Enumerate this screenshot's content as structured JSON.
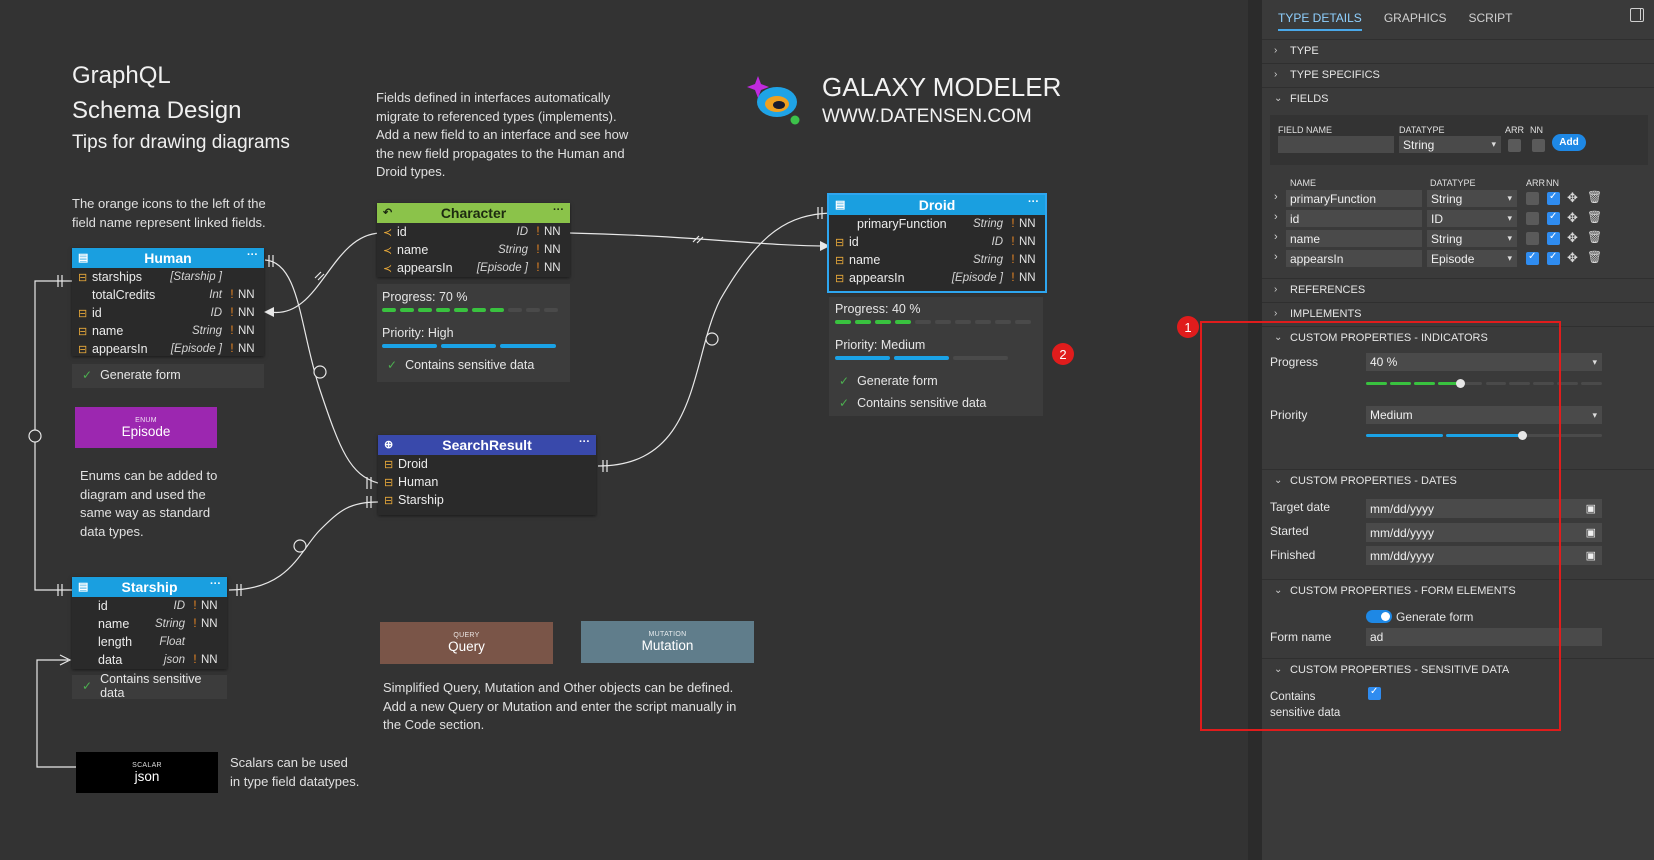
{
  "canvas": {
    "heading": {
      "line1": "GraphQL",
      "line2": "Schema Design",
      "line3": "Tips for drawing diagrams"
    },
    "note_interfaces": [
      "Fields defined in interfaces automatically",
      "migrate to referenced types (implements).",
      "Add a new field to an interface and see how",
      "the new field propagates to the Human and",
      "Droid types."
    ],
    "note_orange": [
      "The orange icons to the left of the",
      "field name represent linked fields."
    ],
    "note_enums": [
      "Enums can be added to",
      "diagram and used the",
      "same way as standard",
      "data types."
    ],
    "note_query": [
      "Simplified Query, Mutation and Other objects can be defined.",
      "Add a new Query or Mutation and enter the script manually in",
      "the Code section."
    ],
    "note_scalars": [
      "Scalars can be used",
      "in type field datatypes."
    ],
    "brand": {
      "name": "GALAXY MODELER",
      "url": "WWW.DATENSEN.COM"
    },
    "character": {
      "title": "Character",
      "fields": [
        {
          "name": "id",
          "type": "ID",
          "nn": "NN"
        },
        {
          "name": "name",
          "type": "String",
          "nn": "NN"
        },
        {
          "name": "appearsIn",
          "type": "[Episode ]",
          "nn": "NN"
        }
      ],
      "progress_label": "Progress:",
      "progress_value": "70 %",
      "progress_level": 0.7,
      "priority_label": "Priority:",
      "priority_value": "High",
      "sensitive": "Contains sensitive data"
    },
    "human": {
      "title": "Human",
      "fields": [
        {
          "name": "starships",
          "type": "[Starship ]",
          "nn": ""
        },
        {
          "name": "totalCredits",
          "type": "Int",
          "nn": "NN"
        },
        {
          "name": "id",
          "type": "ID",
          "nn": "NN"
        },
        {
          "name": "name",
          "type": "String",
          "nn": "NN"
        },
        {
          "name": "appearsIn",
          "type": "[Episode ]",
          "nn": "NN"
        }
      ],
      "form": "Generate form"
    },
    "droid": {
      "title": "Droid",
      "fields": [
        {
          "name": "primaryFunction",
          "type": "String",
          "nn": "NN"
        },
        {
          "name": "id",
          "type": "ID",
          "nn": "NN"
        },
        {
          "name": "name",
          "type": "String",
          "nn": "NN"
        },
        {
          "name": "appearsIn",
          "type": "[Episode ]",
          "nn": "NN"
        }
      ],
      "progress_label": "Progress:",
      "progress_value": "40 %",
      "progress_level": 0.4,
      "priority_label": "Priority:",
      "priority_value": "Medium",
      "form": "Generate form",
      "sensitive": "Contains sensitive data"
    },
    "searchresult": {
      "title": "SearchResult",
      "members": [
        "Droid",
        "Human",
        "Starship"
      ]
    },
    "starship": {
      "title": "Starship",
      "fields": [
        {
          "name": "id",
          "type": "ID",
          "nn": "NN"
        },
        {
          "name": "name",
          "type": "String",
          "nn": "NN"
        },
        {
          "name": "length",
          "type": "Float",
          "nn": ""
        },
        {
          "name": "data",
          "type": "json",
          "nn": "NN"
        }
      ],
      "sensitive": "Contains sensitive data"
    },
    "enum_tag": {
      "kind": "ENUM",
      "name": "Episode",
      "color": "#9c27b0"
    },
    "query_tag": {
      "kind": "QUERY",
      "name": "Query",
      "color": "#7a5548"
    },
    "mutation_tag": {
      "kind": "MUTATION",
      "name": "Mutation",
      "color": "#607d8b"
    },
    "scalar_tag": {
      "kind": "SCALAR",
      "name": "json",
      "color": "#000000"
    },
    "marker2": "2"
  },
  "panel": {
    "tabs": [
      "TYPE DETAILS",
      "GRAPHICS",
      "SCRIPT"
    ],
    "sections": {
      "type": "TYPE",
      "type_specifics": "TYPE SPECIFICS",
      "fields": "FIELDS",
      "references": "REFERENCES",
      "implements": "IMPLEMENTS",
      "indicators": "CUSTOM PROPERTIES - INDICATORS",
      "dates": "CUSTOM PROPERTIES - DATES",
      "form_elements": "CUSTOM PROPERTIES - FORM ELEMENTS",
      "sensitive": "CUSTOM PROPERTIES - SENSITIVE DATA"
    },
    "new_field": {
      "field_name_label": "FIELD NAME",
      "datatype_label": "DATATYPE",
      "arr_label": "ARR",
      "nn_label": "NN",
      "datatype_value": "String",
      "add_label": "Add"
    },
    "field_list": {
      "name_label": "NAME",
      "datatype_label": "DATATYPE",
      "arr_label": "ARR",
      "nn_label": "NN",
      "rows": [
        {
          "name": "primaryFunction",
          "type": "String"
        },
        {
          "name": "id",
          "type": "ID"
        },
        {
          "name": "name",
          "type": "String"
        },
        {
          "name": "appearsIn",
          "type": "Episode"
        }
      ]
    },
    "indicators": {
      "progress_label": "Progress",
      "progress_value": "40 %",
      "progress_level": 0.4,
      "priority_label": "Priority",
      "priority_value": "Medium",
      "priority_level": 0.66
    },
    "dates": {
      "target_label": "Target date",
      "started_label": "Started",
      "finished_label": "Finished",
      "placeholder": "mm/dd/yyyy"
    },
    "form_elements": {
      "toggle_label": "Generate form",
      "form_name_label": "Form name",
      "form_name_value": "ad"
    },
    "sensitive": {
      "label_line1": "Contains",
      "label_line2": "sensitive data"
    },
    "marker1": "1"
  },
  "colors": {
    "human": "#1a9fe0",
    "character": "#8bc34a",
    "searchresult": "#3949ab",
    "progress": "#39c23f",
    "priority": "#1aa2e6",
    "highlight": "#e01c1c"
  }
}
